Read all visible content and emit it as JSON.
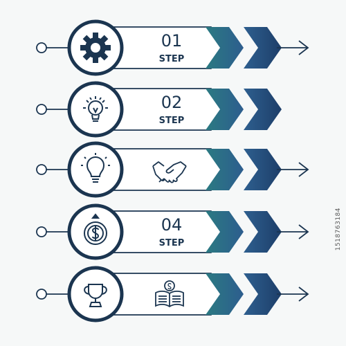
{
  "steps": [
    {
      "number": "01",
      "label": "STEP",
      "icon": "gear-icon",
      "content_icon": null
    },
    {
      "number": "02",
      "label": "STEP",
      "icon": "idea-bulb-icon",
      "content_icon": null
    },
    {
      "number": "",
      "label": "",
      "icon": "lightbulb-icon",
      "content_icon": "handshake-icon"
    },
    {
      "number": "04",
      "label": "STEP",
      "icon": "dollar-coin-icon",
      "content_icon": null
    },
    {
      "number": "",
      "label": "",
      "icon": "trophy-icon",
      "content_icon": "money-book-icon"
    }
  ],
  "watermark": "1518763184",
  "colors": {
    "navy": "#1b3550",
    "teal": "#2b6f7f",
    "blue": "#2f5d8a",
    "background": "#f6f8f8"
  }
}
